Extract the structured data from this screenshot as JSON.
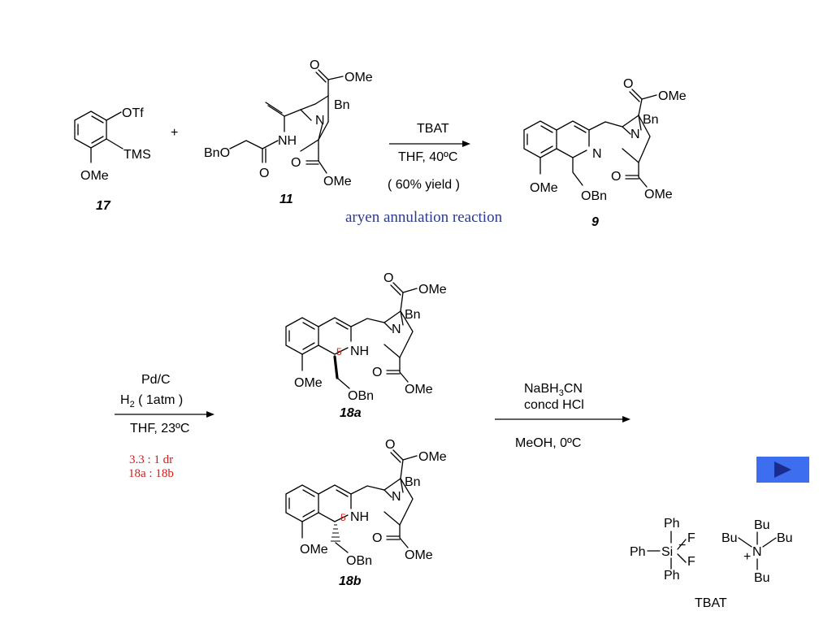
{
  "compounds": {
    "c17": {
      "label": "17",
      "otf": "OTf",
      "tms": "TMS",
      "ome": "OMe"
    },
    "c11": {
      "label": "11",
      "bno": "BnO",
      "nh": "NH",
      "o": "O",
      "ome": "OMe",
      "bn": "Bn",
      "n": "N"
    },
    "c9": {
      "label": "9",
      "n": "N",
      "ome": "OMe",
      "obn": "OBn",
      "bn": "Bn",
      "o": "O",
      "ester": "OMe"
    },
    "c18a": {
      "label": "18a",
      "nh": "NH",
      "ome": "OMe",
      "obn": "OBn",
      "bn": "Bn",
      "n": "N",
      "o": "O",
      "ester": "OMe",
      "stereo": "5"
    },
    "c18b": {
      "label": "18b",
      "nh": "NH",
      "ome": "OMe",
      "obn": "OBn",
      "bn": "Bn",
      "n": "N",
      "o": "O",
      "ester": "OMe",
      "stereo": "5"
    }
  },
  "plus": "+",
  "reaction1": {
    "reagent": "TBAT",
    "conditions": "THF, 40ºC",
    "yield": "( 60% yield )",
    "note": "aryen annulation reaction"
  },
  "reaction2": {
    "reagent1": "Pd/C",
    "reagent2_main": "H",
    "reagent2_sub": "2",
    "reagent2_rest": " ( 1atm )",
    "conditions": "THF, 23ºC",
    "dr": "3.3 : 1 dr",
    "ratio": "18a : 18b"
  },
  "reaction3": {
    "reagent1_a": "NaBH",
    "reagent1_sub": "3",
    "reagent1_b": "CN",
    "reagent2": "concd HCl",
    "conditions": "MeOH, 0ºC"
  },
  "tbat": {
    "label": "TBAT",
    "ph": "Ph",
    "si": "Si",
    "f": "F",
    "bu": "Bu",
    "n": "N",
    "minus": "−",
    "plus": "+"
  },
  "nav": {
    "icon": "play-arrow-icon",
    "color": "#3d6ef0"
  },
  "colors": {
    "note_blue": "#2d3a8c",
    "note_red": "#d51a1a"
  }
}
